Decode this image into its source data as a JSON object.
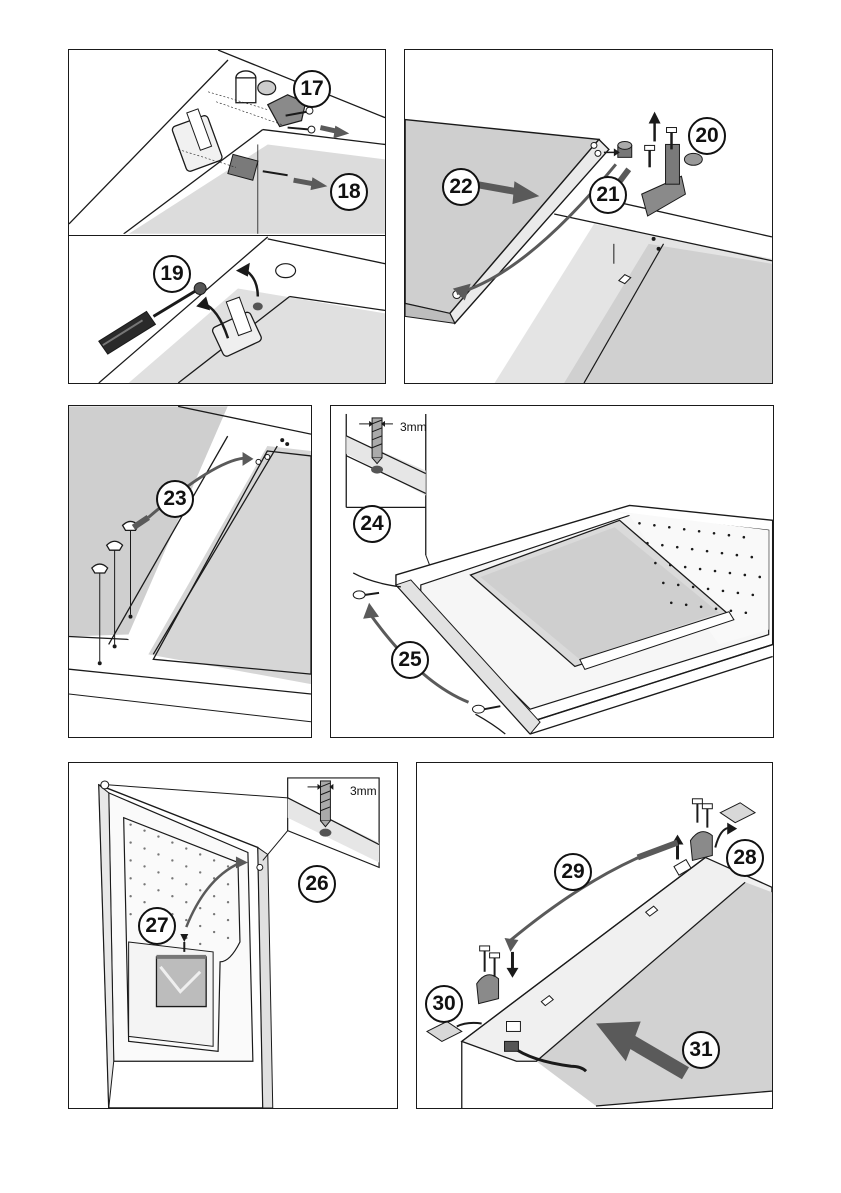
{
  "steps": {
    "s17": "17",
    "s18": "18",
    "s19": "19",
    "s20": "20",
    "s21": "21",
    "s22": "22",
    "s23": "23",
    "s24": "24",
    "s25": "25",
    "s26": "26",
    "s27": "27",
    "s28": "28",
    "s29": "29",
    "s30": "30",
    "s31": "31"
  },
  "drill": {
    "size_24": "3mm",
    "size_26": "3mm"
  },
  "icons": [
    "screw-icon",
    "hinge-icon",
    "screwdriver-icon",
    "drill-bit-icon",
    "arrow-icon",
    "bag-icon"
  ],
  "colors": {
    "line": "#1a1a1a",
    "shade": "#d4d4d4",
    "darkshade": "#9a9a9a",
    "arrow": "#5a5a5a"
  }
}
